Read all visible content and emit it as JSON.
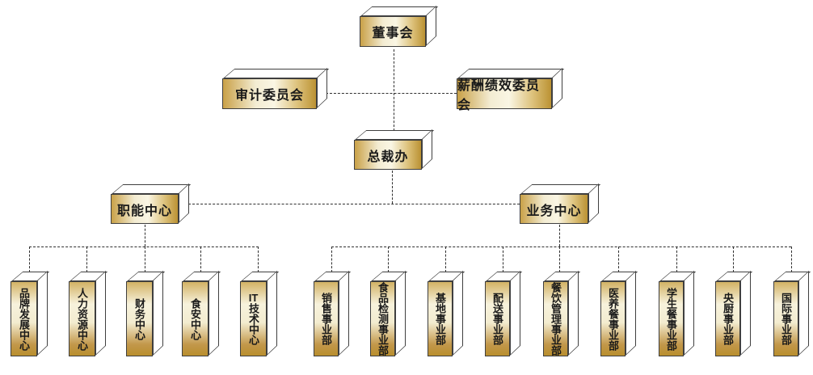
{
  "diagram": {
    "type": "org-chart-3d",
    "root": {
      "label": "董事会"
    },
    "committees": [
      {
        "label": "审计委员会"
      },
      {
        "label": "薪酬绩效委员会"
      }
    ],
    "executive": {
      "label": "总裁办"
    },
    "centers": [
      {
        "label": "职能中心",
        "children": [
          {
            "label": "品牌发展中心"
          },
          {
            "label": "人力资源中心"
          },
          {
            "label": "财务中心"
          },
          {
            "label": "食安中心"
          },
          {
            "label": "IT技术中心"
          }
        ]
      },
      {
        "label": "业务中心",
        "children": [
          {
            "label": "销售事业部"
          },
          {
            "label": "食品检测事业部"
          },
          {
            "label": "基地事业部"
          },
          {
            "label": "配送事业部"
          },
          {
            "label": "餐饮管理事业部"
          },
          {
            "label": "医养餐事业部"
          },
          {
            "label": "学生餐事业部"
          },
          {
            "label": "央厨事业部"
          },
          {
            "label": "国际事业部"
          }
        ]
      }
    ]
  },
  "colors": {
    "box_gold_dark": "#bb9233",
    "box_gold_mid": "#d2b264",
    "box_gold_light": "#faf6e4",
    "box_side_face": "#ffffff",
    "outline": "#3f3f3f",
    "connector": "#2f2f2f",
    "text": "#1a1a1a",
    "background": "#ffffff"
  }
}
